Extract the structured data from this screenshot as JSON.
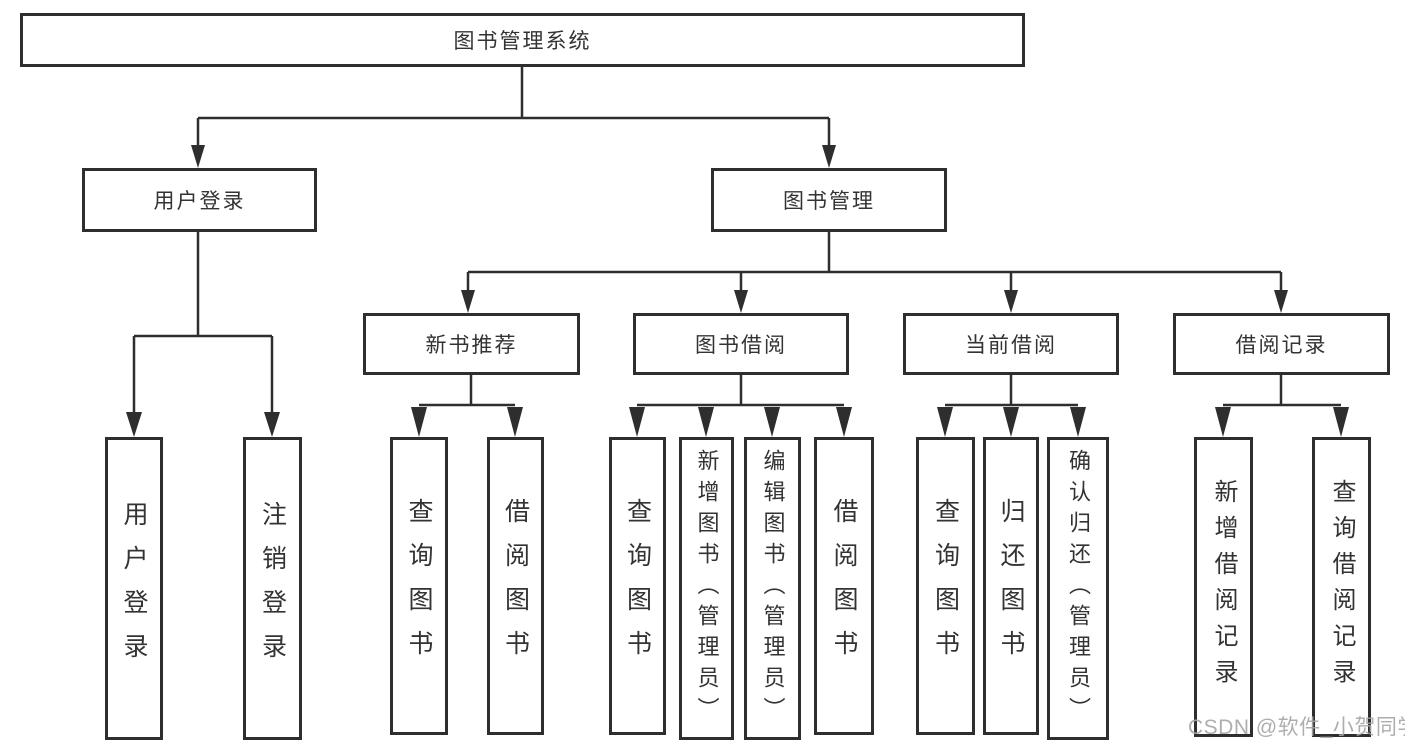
{
  "diagram": {
    "title": "图书管理系统",
    "tree": {
      "label": "图书管理系统",
      "children": [
        {
          "label": "用户登录",
          "children": [
            {
              "label": "用户登录"
            },
            {
              "label": "注销登录"
            }
          ]
        },
        {
          "label": "图书管理",
          "children": [
            {
              "label": "新书推荐",
              "children": [
                {
                  "label": "查询图书"
                },
                {
                  "label": "借阅图书"
                }
              ]
            },
            {
              "label": "图书借阅",
              "children": [
                {
                  "label": "查询图书"
                },
                {
                  "label": "新增图书（管理员）"
                },
                {
                  "label": "编辑图书（管理员）"
                },
                {
                  "label": "借阅图书"
                }
              ]
            },
            {
              "label": "当前借阅",
              "children": [
                {
                  "label": "查询图书"
                },
                {
                  "label": "归还图书"
                },
                {
                  "label": "确认归还（管理员）"
                }
              ]
            },
            {
              "label": "借阅记录",
              "children": [
                {
                  "label": "新增借阅记录"
                },
                {
                  "label": "查询借阅记录"
                }
              ]
            }
          ]
        }
      ]
    },
    "watermark": "CSDN @软件_小贺同学"
  },
  "colors": {
    "line": "#2e2e2e",
    "text": "#333333",
    "watermark": "#a6a6a6",
    "background": "#ffffff"
  }
}
